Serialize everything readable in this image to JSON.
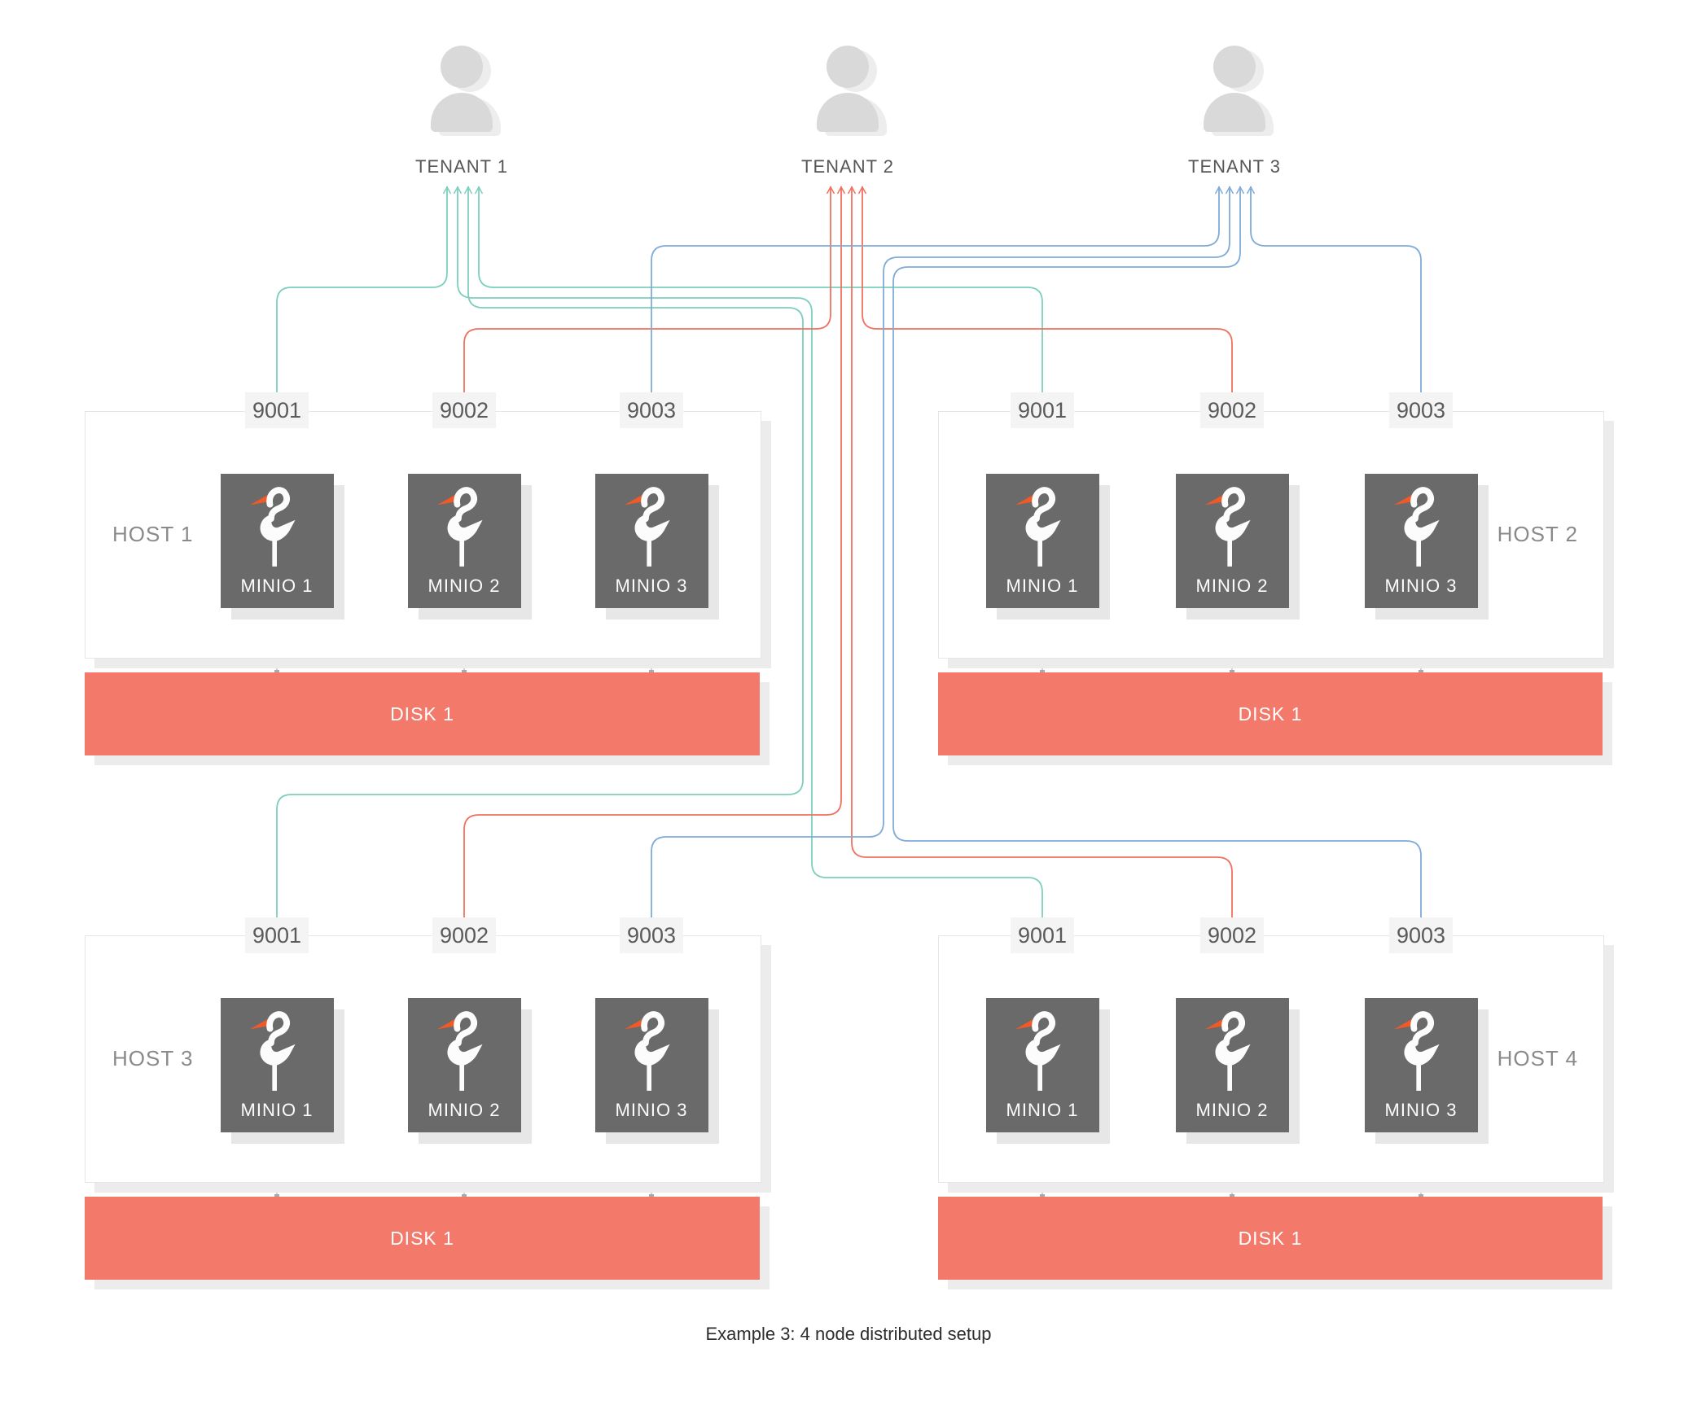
{
  "caption": "Example 3: 4 node distributed setup",
  "colors": {
    "teal": "#7CCFBD",
    "red": "#F0715F",
    "blue": "#7FABD9",
    "salmon": "#F3796B",
    "node_gray": "#6A6A6A",
    "beak_orange": "#F05A28",
    "link_gray": "#B5B5B5"
  },
  "icons": {
    "tenant": "user-icon",
    "node": "minio-bird-icon"
  },
  "tenants": [
    {
      "id": "tenant-1",
      "label": "TENANT 1",
      "color_key": "teal"
    },
    {
      "id": "tenant-2",
      "label": "TENANT 2",
      "color_key": "red"
    },
    {
      "id": "tenant-3",
      "label": "TENANT 3",
      "color_key": "blue"
    }
  ],
  "hosts": [
    {
      "id": "host-1",
      "label": "HOST 1",
      "label_side": "left",
      "disk_label": "DISK 1",
      "ports": [
        "9001",
        "9002",
        "9003"
      ],
      "nodes": [
        "MINIO 1",
        "MINIO 2",
        "MINIO 3"
      ]
    },
    {
      "id": "host-2",
      "label": "HOST 2",
      "label_side": "right",
      "disk_label": "DISK 1",
      "ports": [
        "9001",
        "9002",
        "9003"
      ],
      "nodes": [
        "MINIO 1",
        "MINIO 2",
        "MINIO 3"
      ]
    },
    {
      "id": "host-3",
      "label": "HOST 3",
      "label_side": "left",
      "disk_label": "DISK 1",
      "ports": [
        "9001",
        "9002",
        "9003"
      ],
      "nodes": [
        "MINIO 1",
        "MINIO 2",
        "MINIO 3"
      ]
    },
    {
      "id": "host-4",
      "label": "HOST 4",
      "label_side": "right",
      "disk_label": "DISK 1",
      "ports": [
        "9001",
        "9002",
        "9003"
      ],
      "nodes": [
        "MINIO 1",
        "MINIO 2",
        "MINIO 3"
      ]
    }
  ],
  "connections": [
    {
      "tenant": "TENANT 1",
      "host": "HOST 1",
      "port": "9001",
      "node": "MINIO 1"
    },
    {
      "tenant": "TENANT 1",
      "host": "HOST 4",
      "port": "9001",
      "node": "MINIO 1"
    },
    {
      "tenant": "TENANT 1",
      "host": "HOST 3",
      "port": "9001",
      "node": "MINIO 1"
    },
    {
      "tenant": "TENANT 1",
      "host": "HOST 2",
      "port": "9001",
      "node": "MINIO 1"
    },
    {
      "tenant": "TENANT 2",
      "host": "HOST 1",
      "port": "9002",
      "node": "MINIO 2"
    },
    {
      "tenant": "TENANT 2",
      "host": "HOST 3",
      "port": "9002",
      "node": "MINIO 2"
    },
    {
      "tenant": "TENANT 2",
      "host": "HOST 4",
      "port": "9002",
      "node": "MINIO 2"
    },
    {
      "tenant": "TENANT 2",
      "host": "HOST 2",
      "port": "9002",
      "node": "MINIO 2"
    },
    {
      "tenant": "TENANT 3",
      "host": "HOST 1",
      "port": "9003",
      "node": "MINIO 3"
    },
    {
      "tenant": "TENANT 3",
      "host": "HOST 3",
      "port": "9003",
      "node": "MINIO 3"
    },
    {
      "tenant": "TENANT 3",
      "host": "HOST 4",
      "port": "9003",
      "node": "MINIO 3"
    },
    {
      "tenant": "TENANT 3",
      "host": "HOST 2",
      "port": "9003",
      "node": "MINIO 3"
    }
  ]
}
